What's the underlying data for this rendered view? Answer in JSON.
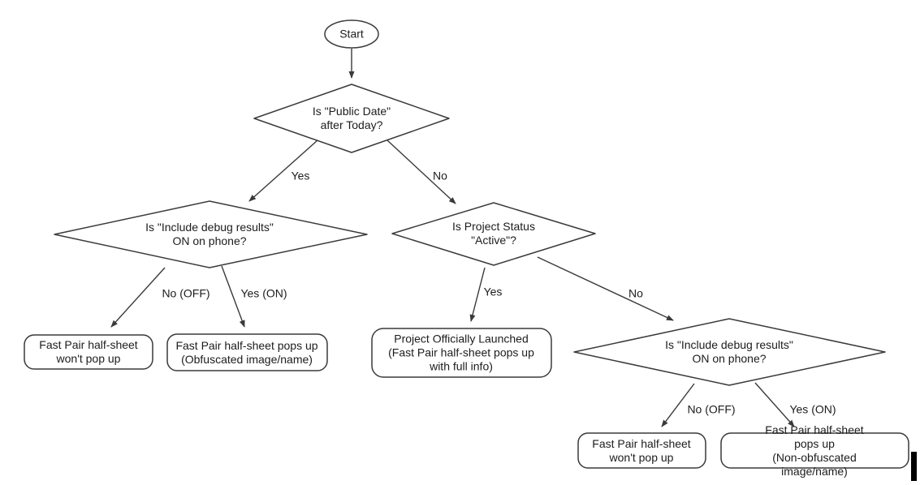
{
  "flowchart": {
    "colors": {
      "stroke": "#3a3a3a",
      "text": "#1c1c1c",
      "fill": "#ffffff"
    },
    "nodes": {
      "start": {
        "type": "terminator",
        "label": "Start"
      },
      "public_date_decision": {
        "type": "decision",
        "label": "Is \"Public Date\"\nafter Today?"
      },
      "debug_left_decision": {
        "type": "decision",
        "label": "Is \"Include debug results\"\nON on phone?"
      },
      "project_status_decision": {
        "type": "decision",
        "label": "Is Project Status\n\"Active\"?"
      },
      "debug_right_decision": {
        "type": "decision",
        "label": "Is \"Include debug results\"\nON on phone?"
      },
      "no_popup_left_result": {
        "type": "process",
        "label": "Fast Pair half-sheet\nwon't pop up"
      },
      "obfuscated_popup_result": {
        "type": "process",
        "label": "Fast Pair half-sheet pops up\n(Obfuscated image/name)"
      },
      "launched_result": {
        "type": "process",
        "label": "Project Officially Launched\n(Fast Pair half-sheet pops up\nwith full info)"
      },
      "no_popup_right_result": {
        "type": "process",
        "label": "Fast Pair half-sheet\nwon't pop up"
      },
      "non_obfuscated_popup_result": {
        "type": "process",
        "label": "Fast Pair half-sheet pops up\n(Non-obfuscated image/name)"
      }
    },
    "edge_labels": {
      "public_date_yes": "Yes",
      "public_date_no": "No",
      "debug_left_no": "No (OFF)",
      "debug_left_yes": "Yes (ON)",
      "project_status_yes": "Yes",
      "project_status_no": "No",
      "debug_right_no": "No (OFF)",
      "debug_right_yes": "Yes (ON)"
    }
  }
}
